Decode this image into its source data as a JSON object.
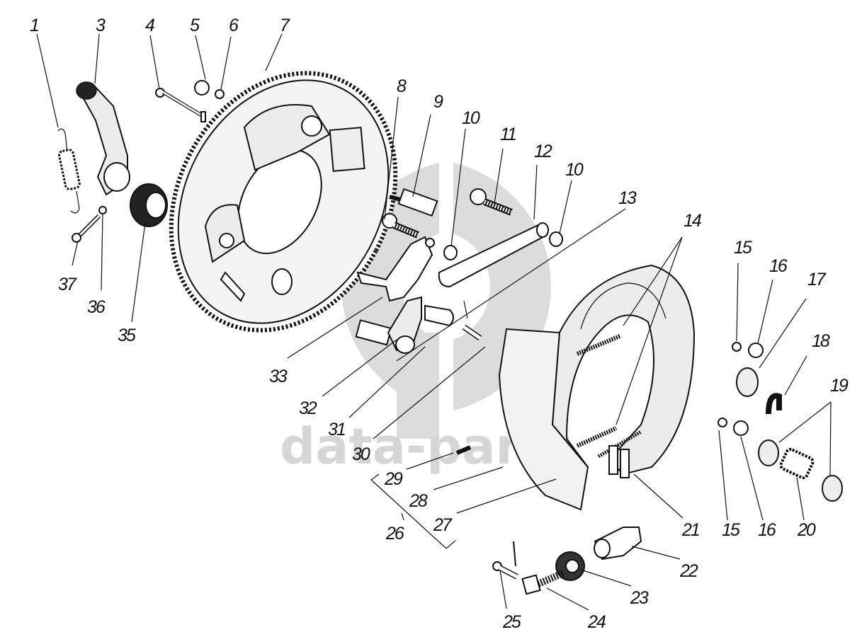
{
  "diagram": {
    "title": "Brake assembly exploded view",
    "watermark": {
      "text": "data-parts",
      "logo_icon": "data-parts-logo",
      "color": "#d6d6d6"
    },
    "callouts": [
      {
        "id": "1",
        "label": "1",
        "part": "spring"
      },
      {
        "id": "3",
        "label": "3",
        "part": "lever"
      },
      {
        "id": "4",
        "label": "4",
        "part": "pin"
      },
      {
        "id": "5",
        "label": "5",
        "part": "nut"
      },
      {
        "id": "6",
        "label": "6",
        "part": "lock-washer"
      },
      {
        "id": "7",
        "label": "7",
        "part": "brake-backing-plate"
      },
      {
        "id": "8",
        "label": "8",
        "part": "bolt"
      },
      {
        "id": "9",
        "label": "9",
        "part": "adjusting-stud"
      },
      {
        "id": "10a",
        "label": "10",
        "part": "washer"
      },
      {
        "id": "11",
        "label": "11",
        "part": "bolt"
      },
      {
        "id": "12",
        "label": "12",
        "part": "link"
      },
      {
        "id": "10b",
        "label": "10",
        "part": "washer"
      },
      {
        "id": "13",
        "label": "13",
        "part": "cotter-pin"
      },
      {
        "id": "14",
        "label": "14",
        "part": "return-springs"
      },
      {
        "id": "15a",
        "label": "15",
        "part": "lock-washer"
      },
      {
        "id": "16a",
        "label": "16",
        "part": "nut"
      },
      {
        "id": "17",
        "label": "17",
        "part": "washer"
      },
      {
        "id": "18",
        "label": "18",
        "part": "retainer-clip"
      },
      {
        "id": "19",
        "label": "19",
        "part": "spring-cups"
      },
      {
        "id": "20",
        "label": "20",
        "part": "spring"
      },
      {
        "id": "15b",
        "label": "15",
        "part": "lock-washer"
      },
      {
        "id": "16b",
        "label": "16",
        "part": "nut"
      },
      {
        "id": "21",
        "label": "21",
        "part": "shoe-guide"
      },
      {
        "id": "22",
        "label": "22",
        "part": "adjuster-sleeve"
      },
      {
        "id": "23",
        "label": "23",
        "part": "star-wheel"
      },
      {
        "id": "24",
        "label": "24",
        "part": "adjuster-screw"
      },
      {
        "id": "25",
        "label": "25",
        "part": "pin"
      },
      {
        "id": "26",
        "label": "26",
        "part": "brake-shoe-assembly"
      },
      {
        "id": "27",
        "label": "27",
        "part": "brake-shoe"
      },
      {
        "id": "28",
        "label": "28",
        "part": "lining"
      },
      {
        "id": "29",
        "label": "29",
        "part": "rivet"
      },
      {
        "id": "30",
        "label": "30",
        "part": "pin"
      },
      {
        "id": "31",
        "label": "31",
        "part": "link-plate"
      },
      {
        "id": "32",
        "label": "32",
        "part": "cam-shaft"
      },
      {
        "id": "33",
        "label": "33",
        "part": "bracket-lever"
      },
      {
        "id": "35",
        "label": "35",
        "part": "seal"
      },
      {
        "id": "36",
        "label": "36",
        "part": "lock-washer"
      },
      {
        "id": "37",
        "label": "37",
        "part": "bolt"
      }
    ]
  }
}
